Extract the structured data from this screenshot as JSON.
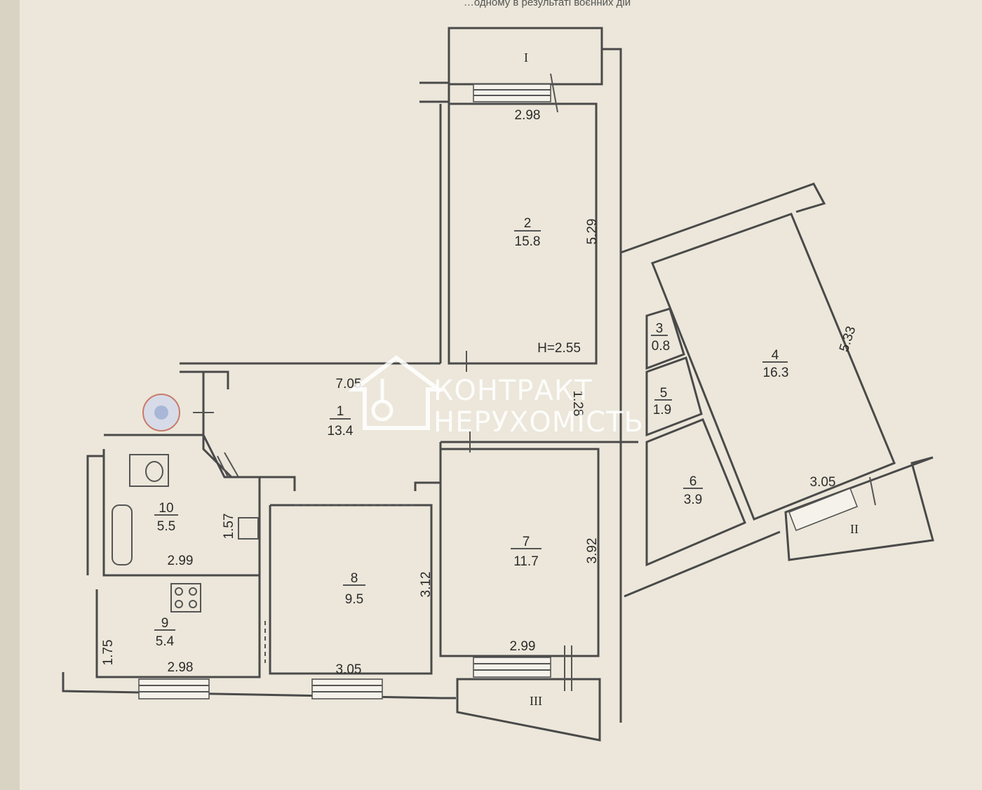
{
  "header_text": "…одному в результаті воєнних дій",
  "height_label": "H=2.55",
  "watermark": {
    "line1": "КОНТРАКТ",
    "line2": "НЕРУХОМІСТЬ"
  },
  "rooms": [
    {
      "number": "1",
      "area": "13.4"
    },
    {
      "number": "2",
      "area": "15.8"
    },
    {
      "number": "3",
      "area": "0.8"
    },
    {
      "number": "4",
      "area": "16.3"
    },
    {
      "number": "5",
      "area": "1.9"
    },
    {
      "number": "6",
      "area": "3.9"
    },
    {
      "number": "7",
      "area": "11.7"
    },
    {
      "number": "8",
      "area": "9.5"
    },
    {
      "number": "9",
      "area": "5.4"
    },
    {
      "number": "10",
      "area": "5.5"
    }
  ],
  "balconies": [
    "I",
    "II",
    "III"
  ],
  "dimensions": [
    "2.98",
    "5.29",
    "7.05",
    "1.28",
    "5.33",
    "3.05",
    "3.92",
    "2.99",
    "3.12",
    "3.05",
    "1.57",
    "2.99",
    "1.75",
    "2.98"
  ],
  "colors": {
    "paper": "#ece7da",
    "walls": "#4a4a4a",
    "watermark": "#ffffff",
    "marker": "#7a93c7"
  }
}
